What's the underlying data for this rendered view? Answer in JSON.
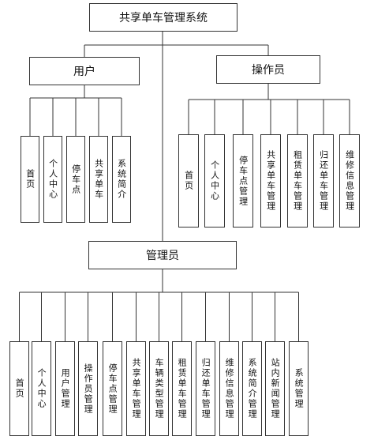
{
  "root": {
    "label": "共享单车管理系统"
  },
  "groups": [
    {
      "label": "用户",
      "items": [
        "首页",
        "个人中心",
        "停车点",
        "共享单车",
        "系统简介"
      ]
    },
    {
      "label": "操作员",
      "items": [
        "首页",
        "个人中心",
        "停车点管理",
        "共享单车管理",
        "租赁单车管理",
        "归还单车管理",
        "维修信息管理"
      ]
    },
    {
      "label": "管理员",
      "items": [
        "首页",
        "个人中心",
        "用户管理",
        "操作员管理",
        "停车点管理",
        "共享单车管理",
        "车辆类型管理",
        "租赁单车管理",
        "归还单车管理",
        "维修信息管理",
        "系统简介管理",
        "站内新闻管理",
        "系统管理"
      ]
    }
  ]
}
